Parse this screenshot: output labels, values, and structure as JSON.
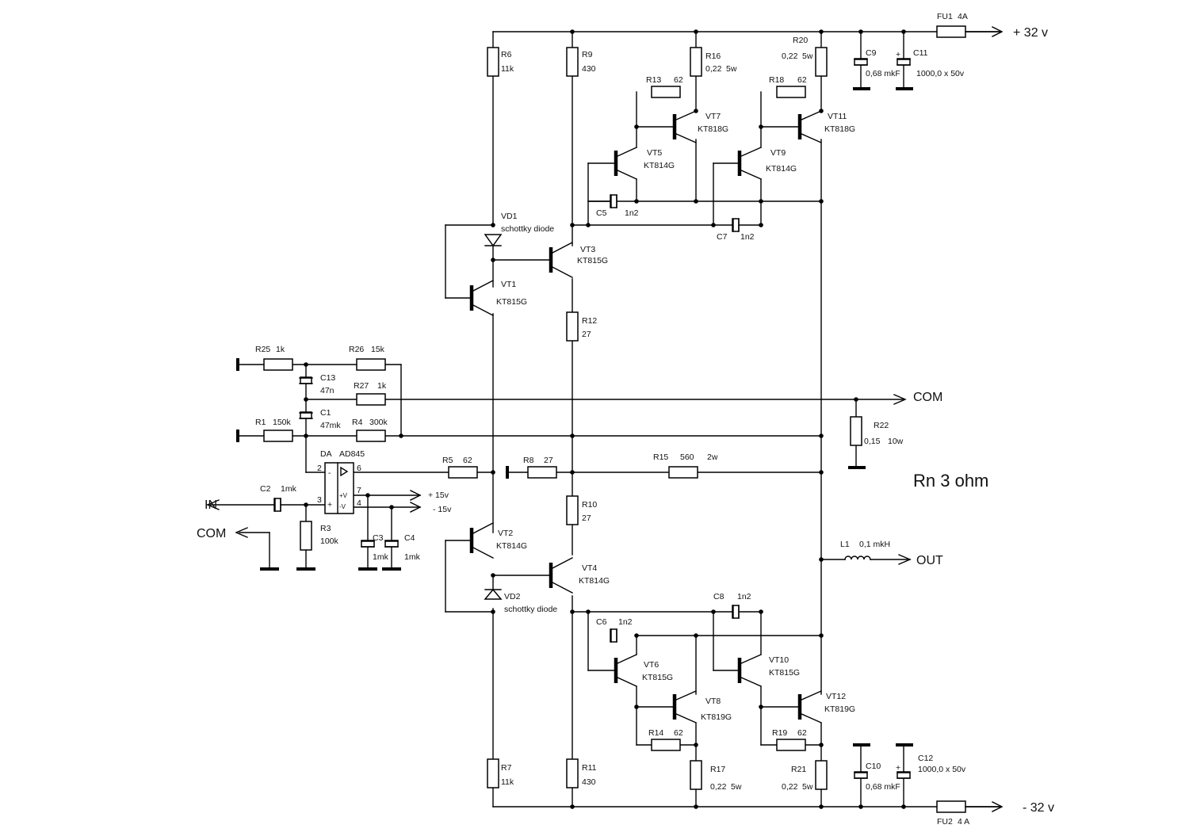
{
  "supply": {
    "pos_label": "+ 32 v",
    "neg_label": "- 32 v",
    "fu1": {
      "ref": "FU1",
      "value": "4A"
    },
    "fu2": {
      "ref": "FU2",
      "value": "4 A"
    },
    "pos15": "+ 15v",
    "neg15": "- 15v"
  },
  "io": {
    "in_label": "IN",
    "com_in_label": "COM",
    "com_out_label": "COM",
    "out_label": "OUT",
    "load_note": "Rn   3 ohm"
  },
  "opamp": {
    "ref": "DA",
    "part": "AD845",
    "pin2": "2",
    "pin3": "3",
    "pin4": "4",
    "pin6": "6",
    "pin7": "7",
    "minus": "-",
    "plus": "+",
    "vplus": "+V",
    "vminus": "-V"
  },
  "resistors": [
    {
      "ref": "R1",
      "value": "150k"
    },
    {
      "ref": "R3",
      "value": "100k"
    },
    {
      "ref": "R4",
      "value": "300k"
    },
    {
      "ref": "R5",
      "value": "62"
    },
    {
      "ref": "R6",
      "value": "11k"
    },
    {
      "ref": "R7",
      "value": "11k"
    },
    {
      "ref": "R8",
      "value": "27"
    },
    {
      "ref": "R9",
      "value": "430"
    },
    {
      "ref": "R10",
      "value": "27"
    },
    {
      "ref": "R11",
      "value": "430"
    },
    {
      "ref": "R12",
      "value": "27"
    },
    {
      "ref": "R13",
      "value": "62"
    },
    {
      "ref": "R14",
      "value": "62"
    },
    {
      "ref": "R15",
      "value": "560",
      "extra": "2w"
    },
    {
      "ref": "R16",
      "value": "0,22",
      "extra": "5w"
    },
    {
      "ref": "R17",
      "value": "0,22",
      "extra": "5w"
    },
    {
      "ref": "R18",
      "value": "62"
    },
    {
      "ref": "R19",
      "value": "62"
    },
    {
      "ref": "R20",
      "value": "0,22",
      "extra": "5w"
    },
    {
      "ref": "R21",
      "value": "0,22",
      "extra": "5w"
    },
    {
      "ref": "R22",
      "value": "0,15",
      "extra": "10w"
    },
    {
      "ref": "R25",
      "value": "1k"
    },
    {
      "ref": "R26",
      "value": "15k"
    },
    {
      "ref": "R27",
      "value": "1k"
    }
  ],
  "capacitors": [
    {
      "ref": "C1",
      "value": "47mk"
    },
    {
      "ref": "C2",
      "value": "1mk"
    },
    {
      "ref": "C3",
      "value": "1mk"
    },
    {
      "ref": "C4",
      "value": "1mk"
    },
    {
      "ref": "C5",
      "value": "1n2"
    },
    {
      "ref": "C6",
      "value": "1n2"
    },
    {
      "ref": "C7",
      "value": "1n2"
    },
    {
      "ref": "C8",
      "value": "1n2"
    },
    {
      "ref": "C9",
      "value": "0,68 mkF"
    },
    {
      "ref": "C10",
      "value": "0,68 mkF"
    },
    {
      "ref": "C11",
      "value": "1000,0 x 50v"
    },
    {
      "ref": "C12",
      "value": "1000,0 x 50v"
    },
    {
      "ref": "C13",
      "value": "47n"
    }
  ],
  "inductor": {
    "ref": "L1",
    "value": "0,1 mkH"
  },
  "diodes": [
    {
      "ref": "VD1",
      "note": "schottky diode"
    },
    {
      "ref": "VD2",
      "note": "schottky diode"
    }
  ],
  "transistors": [
    {
      "ref": "VT1",
      "part": "KT815G"
    },
    {
      "ref": "VT2",
      "part": "KT814G"
    },
    {
      "ref": "VT3",
      "part": "KT815G"
    },
    {
      "ref": "VT4",
      "part": "KT814G"
    },
    {
      "ref": "VT5",
      "part": "KT814G"
    },
    {
      "ref": "VT6",
      "part": "KT815G"
    },
    {
      "ref": "VT7",
      "part": "KT818G"
    },
    {
      "ref": "VT8",
      "part": "KT819G"
    },
    {
      "ref": "VT9",
      "part": "KT814G"
    },
    {
      "ref": "VT10",
      "part": "KT815G"
    },
    {
      "ref": "VT11",
      "part": "KT818G"
    },
    {
      "ref": "VT12",
      "part": "KT819G"
    }
  ]
}
